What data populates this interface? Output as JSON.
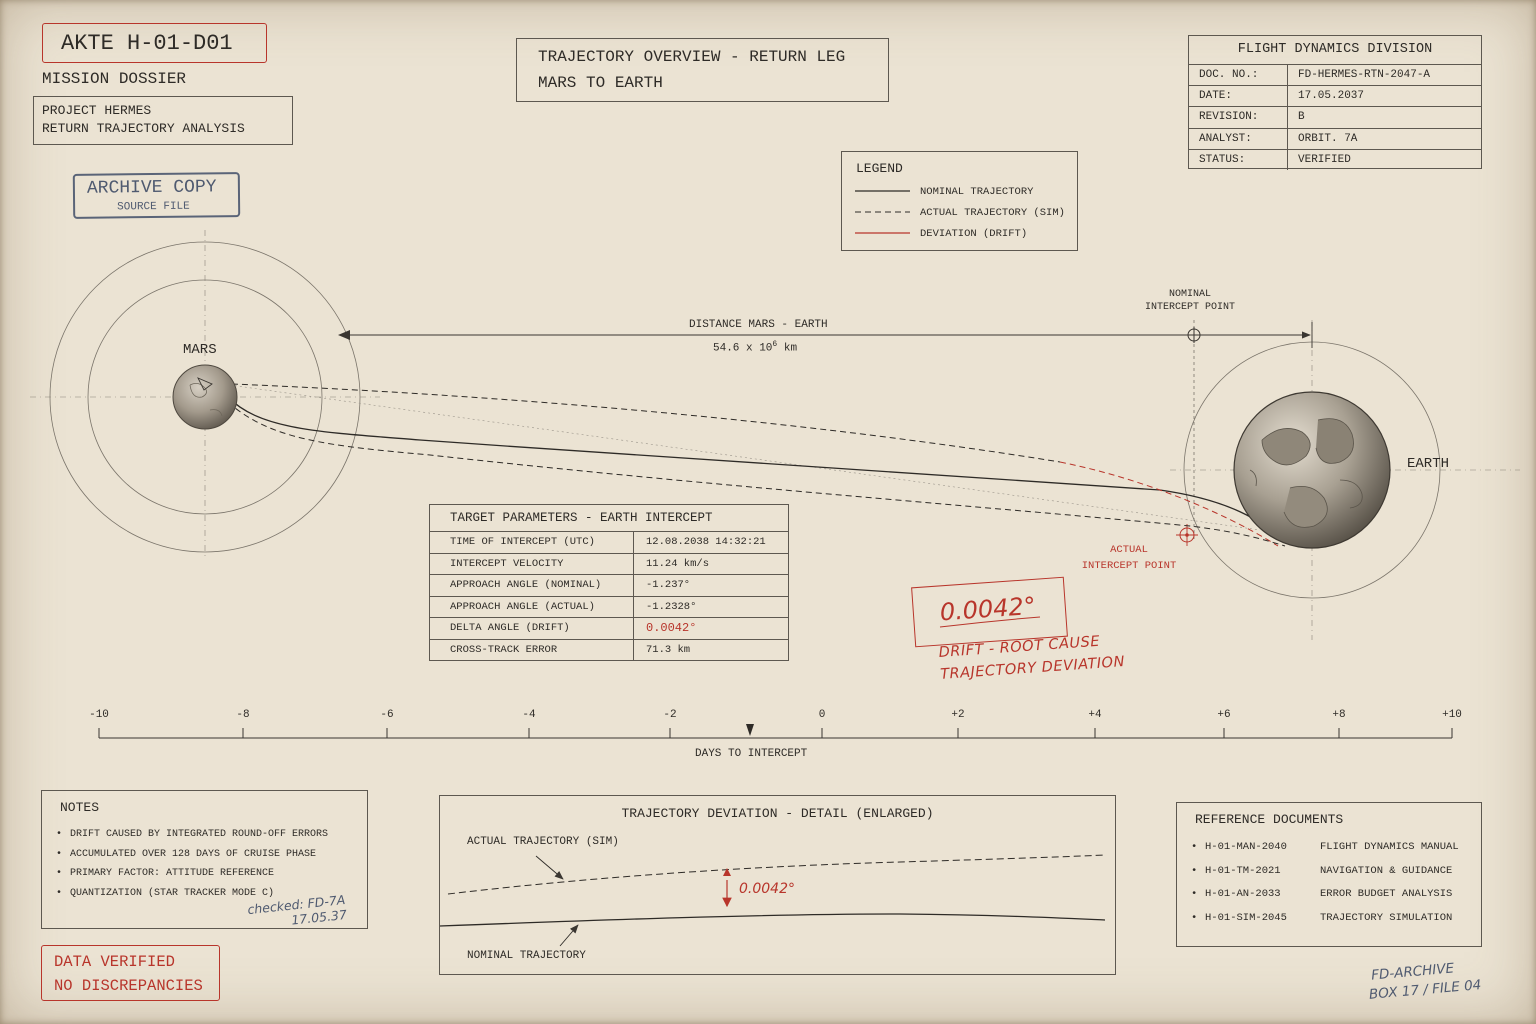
{
  "header": {
    "akte": "AKTE H-01-D01",
    "mission_dossier": "MISSION DOSSIER",
    "project_line1": "PROJECT HERMES",
    "project_line2": "RETURN TRAJECTORY ANALYSIS"
  },
  "archive_stamp": {
    "title": "ARCHIVE COPY",
    "subtitle": "SOURCE FILE"
  },
  "title": {
    "line1": "TRAJECTORY OVERVIEW - RETURN LEG",
    "line2": "MARS TO EARTH"
  },
  "division": {
    "title": "FLIGHT DYNAMICS DIVISION",
    "rows": [
      {
        "label": "DOC. NO.:",
        "value": "FD-HERMES-RTN-2047-A"
      },
      {
        "label": "DATE:",
        "value": "17.05.2037"
      },
      {
        "label": "REVISION:",
        "value": "B"
      },
      {
        "label": "ANALYST:",
        "value": "ORBIT. 7A"
      },
      {
        "label": "STATUS:",
        "value": "VERIFIED"
      }
    ]
  },
  "legend": {
    "title": "LEGEND",
    "nominal": "NOMINAL TRAJECTORY",
    "actual": "ACTUAL TRAJECTORY (SIM)",
    "deviation": "DEVIATION (DRIFT)"
  },
  "diagram": {
    "mars_label": "MARS",
    "earth_label": "EARTH",
    "distance_label": "DISTANCE MARS - EARTH",
    "distance_value": "54.6 x 10",
    "distance_exp": "6",
    "distance_unit": "km",
    "nominal_point_line1": "NOMINAL",
    "nominal_point_line2": "INTERCEPT POINT",
    "actual_point_line1": "ACTUAL",
    "actual_point_line2": "INTERCEPT POINT"
  },
  "target_params": {
    "title": "TARGET PARAMETERS - EARTH INTERCEPT",
    "rows": [
      {
        "label": "TIME OF INTERCEPT (UTC)",
        "value": "12.08.2038  14:32:21"
      },
      {
        "label": "INTERCEPT VELOCITY",
        "value": "11.24 km/s"
      },
      {
        "label": "APPROACH ANGLE (NOMINAL)",
        "value": "-1.237°"
      },
      {
        "label": "APPROACH ANGLE (ACTUAL)",
        "value": "-1.2328°"
      },
      {
        "label": "DELTA ANGLE (DRIFT)",
        "value": "0.0042°"
      },
      {
        "label": "CROSS-TRACK ERROR",
        "value": "71.3 km"
      }
    ]
  },
  "drift_note": {
    "value": "0.0042°",
    "line1": "DRIFT - ROOT CAUSE",
    "line2": "TRAJECTORY DEVIATION"
  },
  "timeline": {
    "ticks": [
      "-10",
      "-8",
      "-6",
      "-4",
      "-2",
      "0",
      "+2",
      "+4",
      "+6",
      "+8",
      "+10"
    ],
    "label": "DAYS TO INTERCEPT"
  },
  "notes": {
    "title": "NOTES",
    "items": [
      "DRIFT CAUSED BY INTEGRATED ROUND-OFF ERRORS",
      "ACCUMULATED OVER 128 DAYS OF CRUISE PHASE",
      "PRIMARY FACTOR: ATTITUDE REFERENCE"
    ],
    "continuation": "QUANTIZATION (STAR TRACKER MODE C)",
    "checked_line1": "checked: FD-7A",
    "checked_line2": "17.05.37"
  },
  "detail": {
    "title": "TRAJECTORY DEVIATION - DETAIL (ENLARGED)",
    "actual_label": "ACTUAL TRAJECTORY (SIM)",
    "nominal_label": "NOMINAL TRAJECTORY",
    "delta": "0.0042°"
  },
  "references": {
    "title": "REFERENCE DOCUMENTS",
    "items": [
      {
        "code": "H-01-MAN-2040",
        "name": "FLIGHT DYNAMICS MANUAL"
      },
      {
        "code": "H-01-TM-2021",
        "name": "NAVIGATION & GUIDANCE"
      },
      {
        "code": "H-01-AN-2033",
        "name": "ERROR BUDGET ANALYSIS"
      },
      {
        "code": "H-01-SIM-2045",
        "name": "TRAJECTORY SIMULATION"
      }
    ]
  },
  "verified_stamp": {
    "line1": "DATA VERIFIED",
    "line2": "NO DISCREPANCIES"
  },
  "archive_note": {
    "line1": "FD-ARCHIVE",
    "line2": "BOX 17 / FILE 04"
  }
}
